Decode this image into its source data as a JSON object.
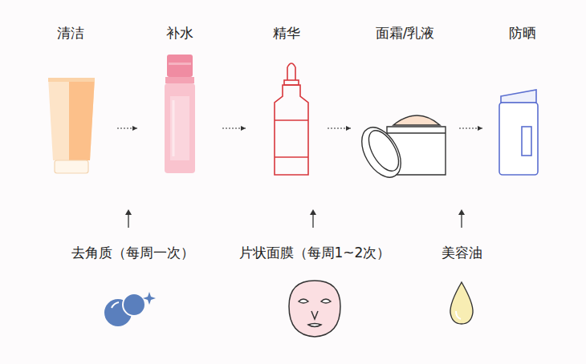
{
  "diagram": {
    "nodes": [
      {
        "text": [
          "清洁"
        ]
      },
      {
        "text": [
          "补水"
        ]
      },
      {
        "text": [
          "精华"
        ]
      },
      {
        "text": [
          "面霜/乳液"
        ]
      },
      {
        "text": [
          "防晒"
        ]
      },
      {
        "text": [
          "去角质（每周一次）"
        ]
      },
      {
        "text": [
          "片状面膜（每周1~2次）"
        ]
      },
      {
        "text": [
          "美容油"
        ]
      }
    ],
    "edges": [
      {
        "from": 0,
        "to": 1,
        "arrow": "to"
      },
      {
        "from": 1,
        "to": 2,
        "arrow": "to"
      },
      {
        "from": 2,
        "to": 3,
        "arrow": "to"
      },
      {
        "from": 3,
        "to": 4,
        "arrow": "to"
      }
    ]
  }
}
